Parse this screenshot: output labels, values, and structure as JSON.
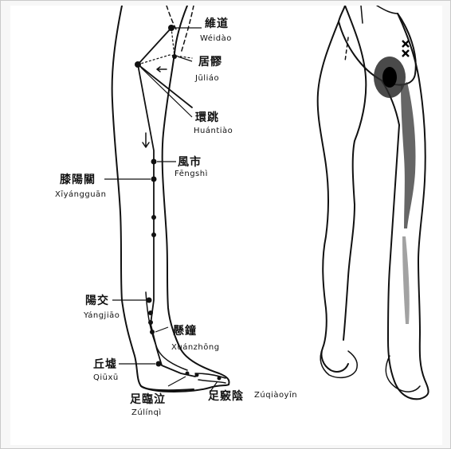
{
  "points": [
    {
      "id": "weidao",
      "hanzi": "維道",
      "pinyin": "Wéidào"
    },
    {
      "id": "juliao",
      "hanzi": "居髎",
      "pinyin": "Jūliáo"
    },
    {
      "id": "huantiao",
      "hanzi": "環跳",
      "pinyin": "Huántiào"
    },
    {
      "id": "fengshi",
      "hanzi": "風市",
      "pinyin": "Fēngshì"
    },
    {
      "id": "xiyangguan",
      "hanzi": "膝陽關",
      "pinyin": "Xīyángguān"
    },
    {
      "id": "yangjiao",
      "hanzi": "陽交",
      "pinyin": "Yángjiāo"
    },
    {
      "id": "xuanzhong",
      "hanzi": "懸鐘",
      "pinyin": "Xuánzhōng"
    },
    {
      "id": "qiuxu",
      "hanzi": "丘墟",
      "pinyin": "Qiūxū"
    },
    {
      "id": "zulinqi",
      "hanzi": "足臨泣",
      "pinyin": "Zúlínqì"
    },
    {
      "id": "zuqiaoyin",
      "hanzi": "足竅陰",
      "pinyin": "Zúqiàoyīn"
    }
  ],
  "colors": {
    "ink": "#111111",
    "paper": "#ffffff",
    "frame": "#f2f2f2"
  },
  "markers": {
    "pain_origin": "x-cluster-icon"
  }
}
